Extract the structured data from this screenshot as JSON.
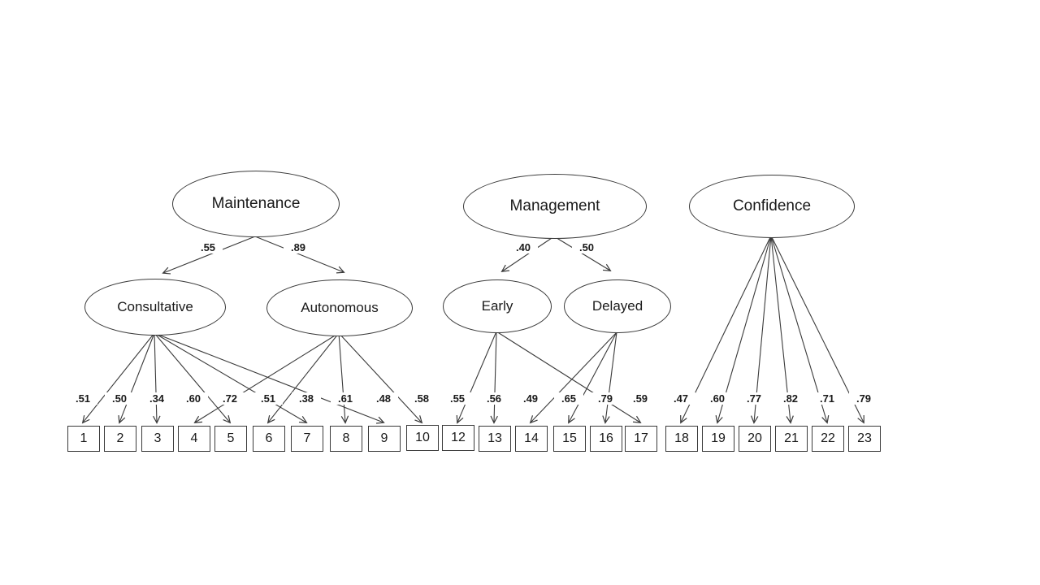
{
  "diagram": {
    "type": "confirmatory-factor-model",
    "factors": {
      "maintenance": {
        "label": "Maintenance"
      },
      "management": {
        "label": "Management"
      },
      "confidence": {
        "label": "Confidence"
      },
      "consultative": {
        "label": "Consultative"
      },
      "autonomous": {
        "label": "Autonomous"
      },
      "early": {
        "label": "Early"
      },
      "delayed": {
        "label": "Delayed"
      }
    },
    "structural_paths": [
      {
        "from": "Maintenance",
        "to": "Consultative",
        "value": ".55"
      },
      {
        "from": "Maintenance",
        "to": "Autonomous",
        "value": ".89"
      },
      {
        "from": "Management",
        "to": "Early",
        "value": ".40"
      },
      {
        "from": "Management",
        "to": "Delayed",
        "value": ".50"
      }
    ],
    "items": [
      {
        "label": "1",
        "loading": ".51",
        "factor": "Consultative"
      },
      {
        "label": "2",
        "loading": ".50",
        "factor": "Consultative"
      },
      {
        "label": "3",
        "loading": ".34",
        "factor": "Consultative"
      },
      {
        "label": "4",
        "loading": ".60",
        "factor": "Autonomous"
      },
      {
        "label": "5",
        "loading": ".72",
        "factor": "Consultative"
      },
      {
        "label": "6",
        "loading": ".51",
        "factor": "Autonomous"
      },
      {
        "label": "7",
        "loading": ".38",
        "factor": "Consultative"
      },
      {
        "label": "8",
        "loading": ".61",
        "factor": "Autonomous"
      },
      {
        "label": "9",
        "loading": ".48",
        "factor": "Consultative"
      },
      {
        "label": "10",
        "loading": ".58",
        "factor": "Autonomous"
      },
      {
        "label": "12",
        "loading": ".55",
        "factor": "Early"
      },
      {
        "label": "13",
        "loading": ".56",
        "factor": "Early"
      },
      {
        "label": "14",
        "loading": ".49",
        "factor": "Delayed"
      },
      {
        "label": "15",
        "loading": ".65",
        "factor": "Delayed"
      },
      {
        "label": "16",
        "loading": ".79",
        "factor": "Delayed"
      },
      {
        "label": "17",
        "loading": ".59",
        "factor": "Early"
      },
      {
        "label": "18",
        "loading": ".47",
        "factor": "Confidence"
      },
      {
        "label": "19",
        "loading": ".60",
        "factor": "Confidence"
      },
      {
        "label": "20",
        "loading": ".77",
        "factor": "Confidence"
      },
      {
        "label": "21",
        "loading": ".82",
        "factor": "Confidence"
      },
      {
        "label": "22",
        "loading": ".71",
        "factor": "Confidence"
      },
      {
        "label": "23",
        "loading": ".79",
        "factor": "Confidence"
      }
    ],
    "colors": {
      "stroke": "#3a3a3a",
      "background": "#ffffff",
      "text": "#1a1a1a"
    }
  }
}
